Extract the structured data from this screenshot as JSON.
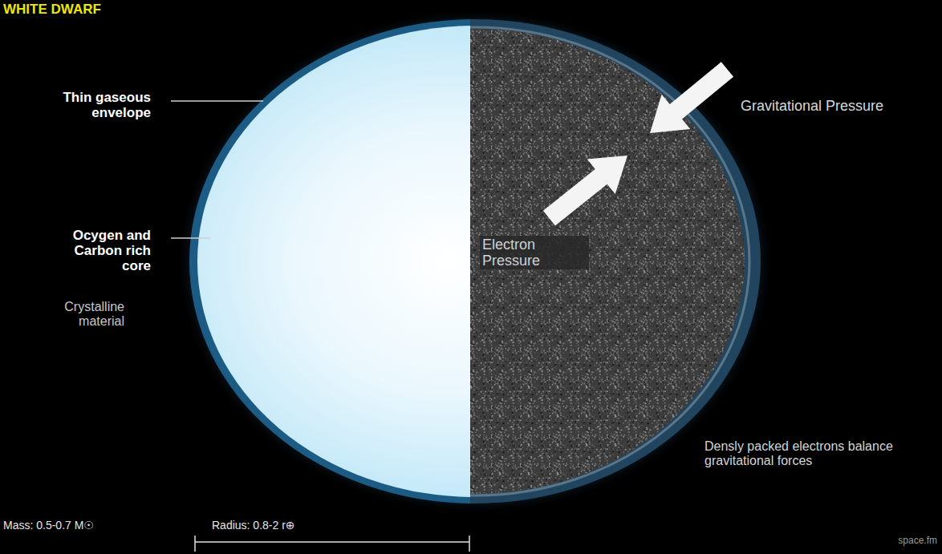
{
  "diagram": {
    "title": "WHITE DWARF",
    "labels": [
      "Thin gaseous envelope",
      "Ocygen and Carbon rich core",
      "Crystalline material",
      "Electron Pressure",
      "Gravitational Pressure",
      "Densly packed electrons balance gravitational forces",
      "Mass: 0.5-0.7 M☉",
      "Radius: 0.8-2 r⊕",
      "space.fm"
    ]
  }
}
